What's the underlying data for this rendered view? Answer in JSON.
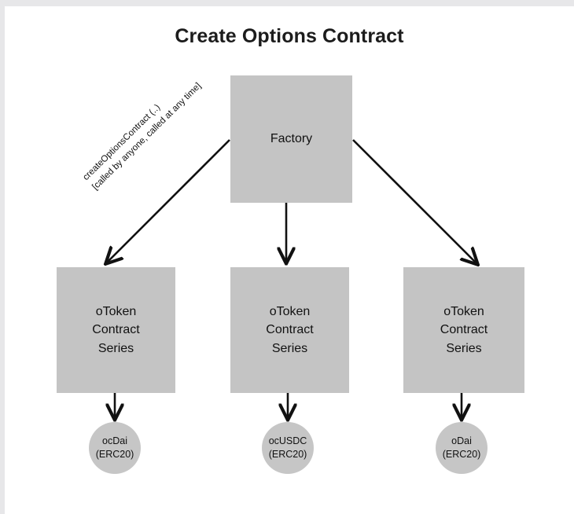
{
  "diagram": {
    "title": "Create Options Contract",
    "nodes": {
      "factory": {
        "label": "Factory"
      },
      "otoken_1": {
        "label": "oToken\nContract\nSeries"
      },
      "otoken_2": {
        "label": "oToken\nContract\nSeries"
      },
      "otoken_3": {
        "label": "oToken\nContract\nSeries"
      },
      "token_1": {
        "label": "ocDai\n(ERC20)"
      },
      "token_2": {
        "label": "ocUSDC\n(ERC20)"
      },
      "token_3": {
        "label": "oDai\n(ERC20)"
      }
    },
    "edges": {
      "factory_to_otoken_1": {
        "label": "createOptionsContract (..)\n[called by anyone, called at any time]"
      },
      "factory_to_otoken_2": {
        "label": ""
      },
      "factory_to_otoken_3": {
        "label": ""
      },
      "otoken_1_to_token_1": {
        "label": ""
      },
      "otoken_2_to_token_2": {
        "label": ""
      },
      "otoken_3_to_token_3": {
        "label": ""
      }
    },
    "colors": {
      "node_fill": "#c4c4c4",
      "circle_fill": "#c6c6c6",
      "edge_stroke": "#111111",
      "canvas": "#ffffff",
      "frame": "#e7e7e9",
      "text": "#111111"
    }
  }
}
